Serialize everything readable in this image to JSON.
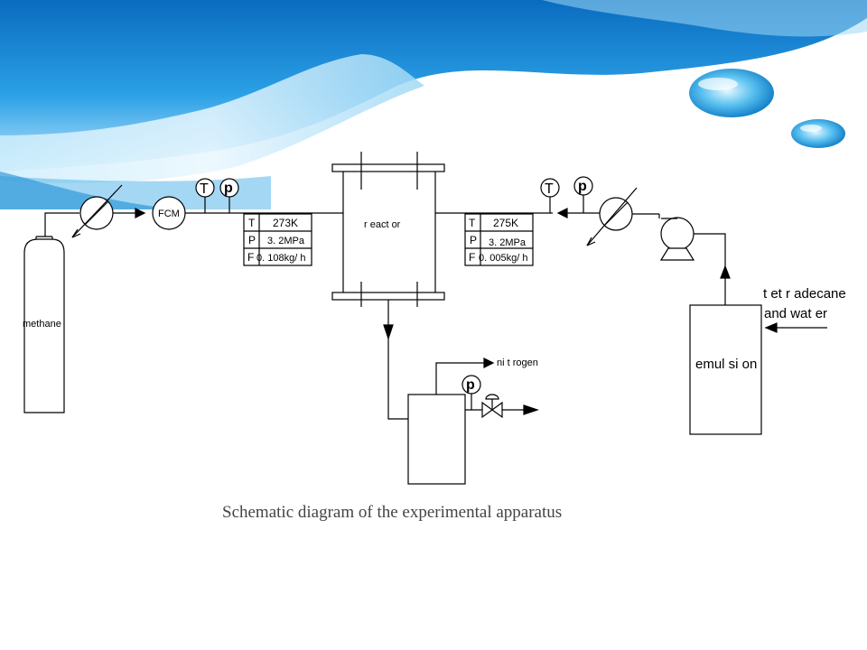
{
  "diagram": {
    "methane": "methane",
    "fcm": "FCM",
    "reactor": "r eact or",
    "nitrogen": "ni t rogen",
    "emulsion": "emul si on",
    "feed_line1": "t et r adecane",
    "feed_line2": "and  wat er",
    "gauge_t": "T",
    "gauge_p": "p",
    "inlet_table": {
      "t_label": "T",
      "t_value": "273K",
      "p_label": "P",
      "p_value": "3. 2MPa",
      "f_label": "F",
      "f_value": "0. 108kg/ h"
    },
    "outlet_table": {
      "t_label": "T",
      "t_value": "275K",
      "p_label": "P",
      "p_value": "3. 2MPa",
      "f_label": "F",
      "f_value": "0. 005kg/ h"
    }
  },
  "caption": "Schematic diagram of the experimental apparatus",
  "colors": {
    "sky": "#1e8fd6",
    "deep": "#0a5ea8",
    "line": "#000000"
  }
}
